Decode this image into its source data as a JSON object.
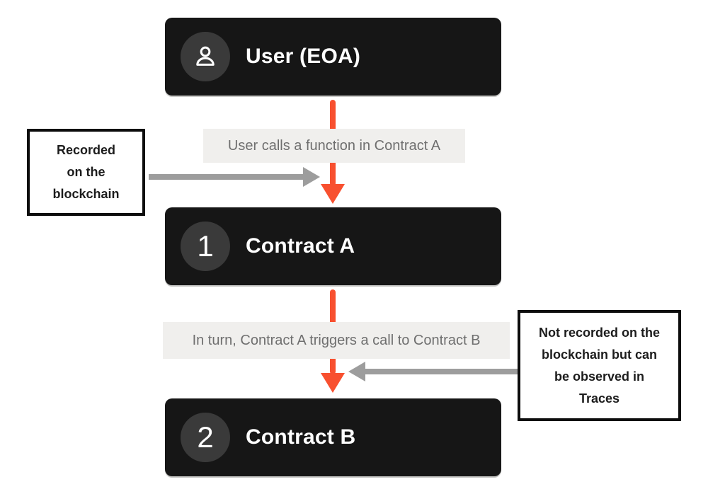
{
  "colors": {
    "accent_orange": "#f8502f",
    "node_background": "#161616",
    "badge_background": "#3a3a3a",
    "label_background": "#f0efed",
    "label_text": "#6f6f6f",
    "arrow_gray": "#9d9d9d",
    "note_border": "#0d0d0d",
    "note_text": "#1c1c1c"
  },
  "nodes": {
    "user": {
      "title": "User (EOA)",
      "icon": "user-icon"
    },
    "contract_a": {
      "title": "Contract A",
      "badge": "1"
    },
    "contract_b": {
      "title": "Contract B",
      "badge": "2"
    }
  },
  "flow_labels": {
    "user_to_a": "User calls a function in Contract A",
    "a_to_b": "In turn, Contract A triggers a call to Contract B"
  },
  "notes": {
    "left": "Recorded\non the\nblockchain",
    "right": "Not recorded on the\nblockchain but can\nbe observed in\nTraces"
  }
}
